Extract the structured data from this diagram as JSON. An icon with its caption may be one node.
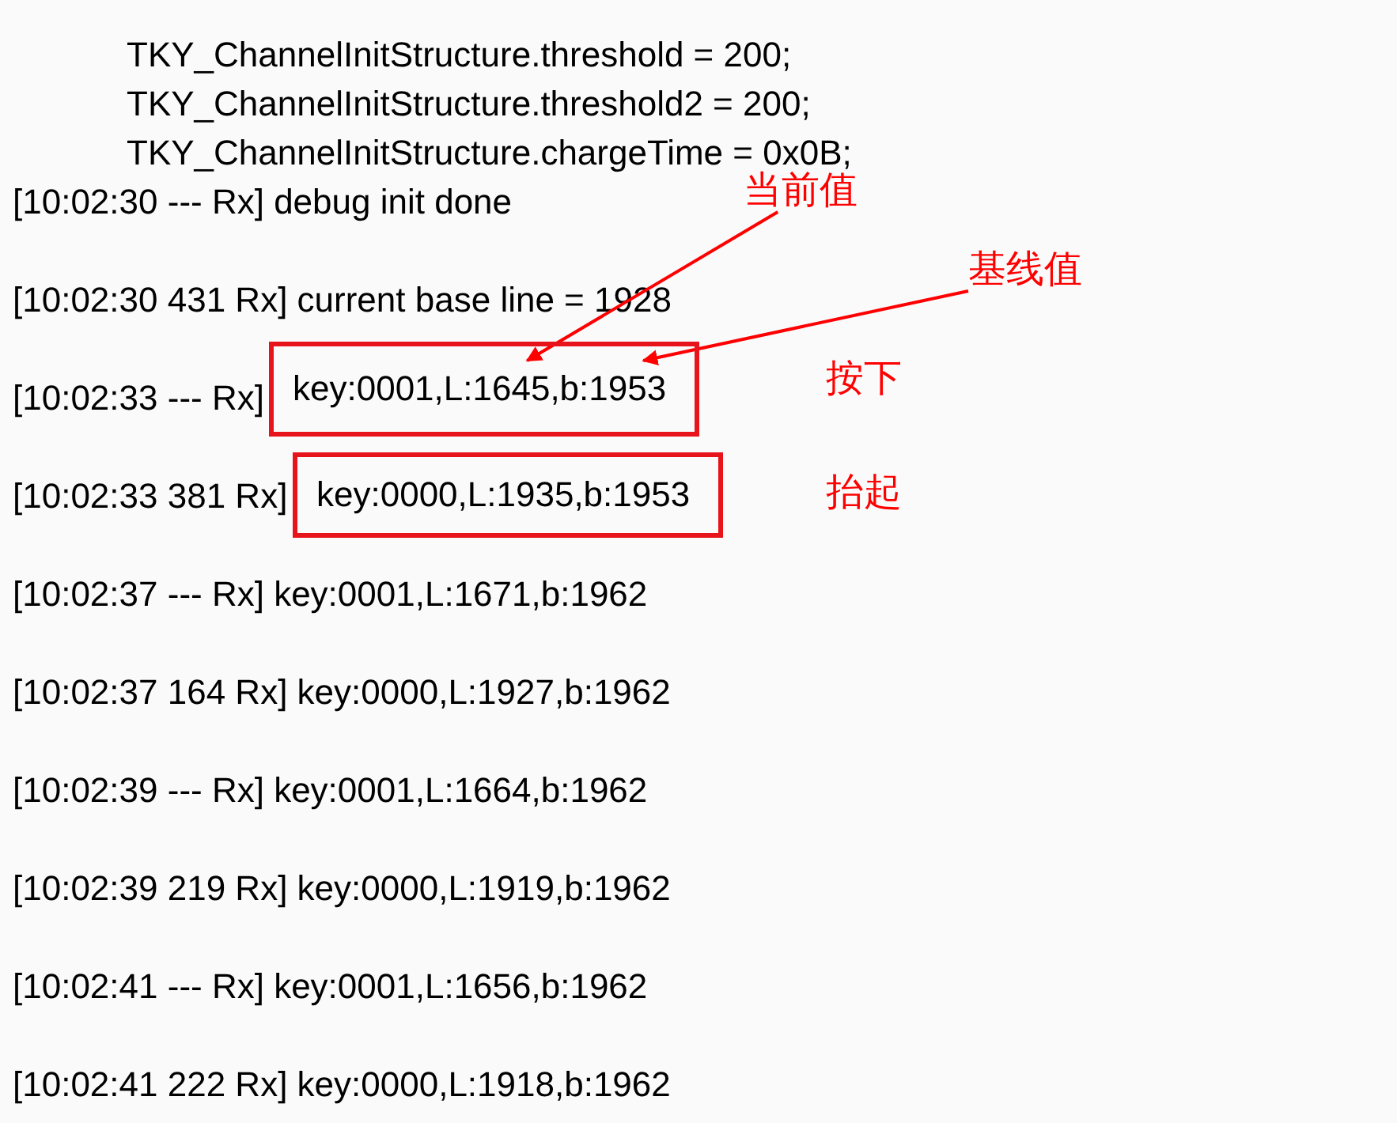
{
  "diagram": {
    "nodes": [
      {
        "text": [
          "当前值"
        ]
      },
      {
        "text": [
          "基线值"
        ]
      },
      {
        "text": [
          "key:0001,L:1645,b:1953"
        ],
        "beside": [
          "按下"
        ]
      },
      {
        "text": [
          "key:0000,L:1935,b:1953"
        ],
        "beside": [
          "抬起"
        ]
      }
    ],
    "edges": [
      {
        "from": 0,
        "to": 2,
        "arrow": "to"
      },
      {
        "from": 1,
        "to": 2,
        "arrow": "to"
      }
    ],
    "labels": [
      "TKY_ChannelInitStructure.threshold = 200;",
      "TKY_ChannelInitStructure.threshold2 = 200;",
      "TKY_ChannelInitStructure.chargeTime = 0x0B;",
      "[10:02:30 --- Rx] debug init done",
      "[10:02:30 431 Rx] current base line = 1928",
      "[10:02:33 --- Rx]",
      "[10:02:33 381 Rx]",
      "[10:02:37 --- Rx] key:0001,L:1671,b:1962",
      "[10:02:37 164 Rx] key:0000,L:1927,b:1962",
      "[10:02:39 --- Rx] key:0001,L:1664,b:1962",
      "[10:02:39 219 Rx] key:0000,L:1919,b:1962",
      "[10:02:41 --- Rx] key:0001,L:1656,b:1962",
      "[10:02:41 222 Rx] key:0000,L:1918,b:1962"
    ]
  }
}
